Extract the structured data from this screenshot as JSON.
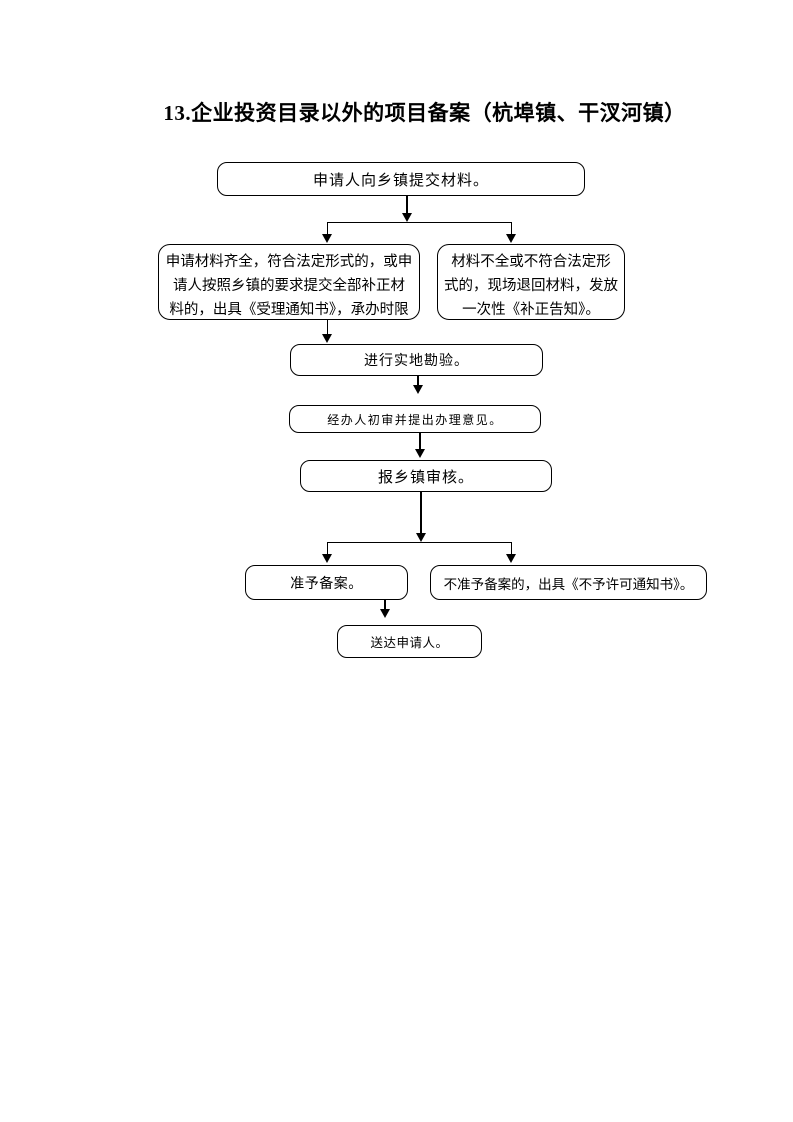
{
  "page": {
    "title": "13.企业投资目录以外的项目备案（杭埠镇、干汊河镇）"
  },
  "colors": {
    "ink": "#000000",
    "page_bg": "#ffffff"
  },
  "flowchart": {
    "nodes": {
      "submit": {
        "text": "申请人向乡镇提交材料。"
      },
      "materials_complete": {
        "lines": [
          "申请材料齐全，符合法定形式的，或申",
          "请人按照乡镇的要求提交全部补正材",
          "料的，出具《受理通知书》，承办时限"
        ]
      },
      "materials_incomplete": {
        "lines": [
          "材料不全或不符合法定形",
          "式的，现场退回材料，发放",
          "一次性《补正告知》。"
        ]
      },
      "site_inspection": {
        "text": "进行实地勘验。"
      },
      "initial_review": {
        "text": "经办人初审并提出办理意见。"
      },
      "township_review": {
        "text": "报乡镇审核。"
      },
      "approve": {
        "text": "准予备案。"
      },
      "deny": {
        "text": "不准予备案的，出具《不予许可通知书》。"
      },
      "deliver": {
        "text": "送达申请人。"
      }
    }
  }
}
